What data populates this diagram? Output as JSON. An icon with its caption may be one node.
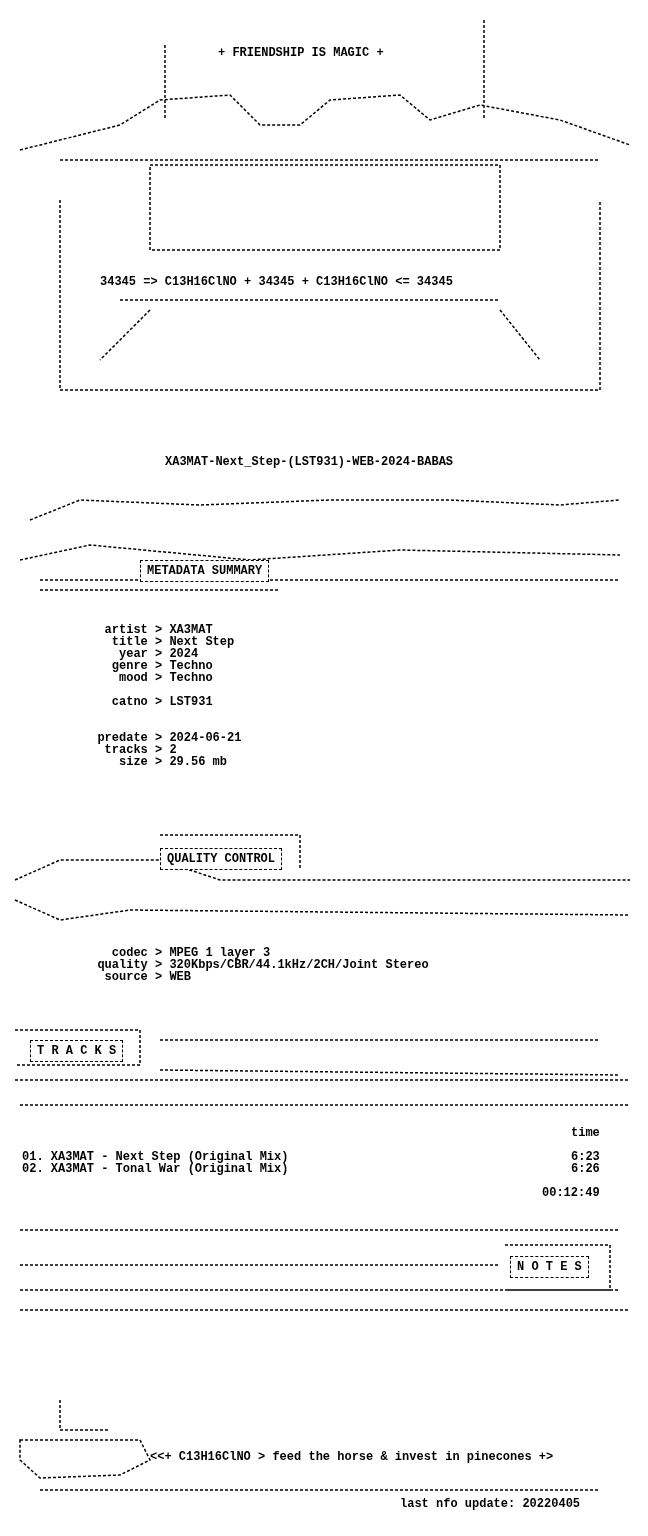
{
  "diagram": {
    "nodes": [
      {
        "text": [
          "METADATA SUMMARY"
        ]
      },
      {
        "text": [
          "QUALITY CONTROL"
        ]
      },
      {
        "text": [
          "T R A C K S"
        ]
      },
      {
        "text": [
          "N O T E S"
        ]
      }
    ],
    "labels": [
      "+ FRIENDSHIP IS MAGIC +",
      "34345 => C13H16ClNO + 34345 + C13H16ClNO <= 34345",
      "XA3MAT-Next_Step-(LST931)-WEB-2024-BABAS",
      "artist > XA3MAT",
      "title > Next Step",
      "year > 2024",
      "genre > Techno",
      "mood > Techno",
      "catno > LST931",
      "predate > 2024-06-21",
      "tracks > 2",
      "size > 29.56 mb",
      "codec > MPEG 1 layer 3",
      "quality > 320Kbps/CBR/44.1kHz/2CH/Joint Stereo",
      "source > WEB",
      "time",
      "01. XA3MAT - Next Step (Original Mix)",
      "6:23",
      "02. XA3MAT - Tonal War (Original Mix)",
      "6:26",
      "00:12:49",
      "<<+ C13H16ClNO > feed the horse & invest in pinecones +>",
      "last nfo update: 20220405"
    ]
  }
}
